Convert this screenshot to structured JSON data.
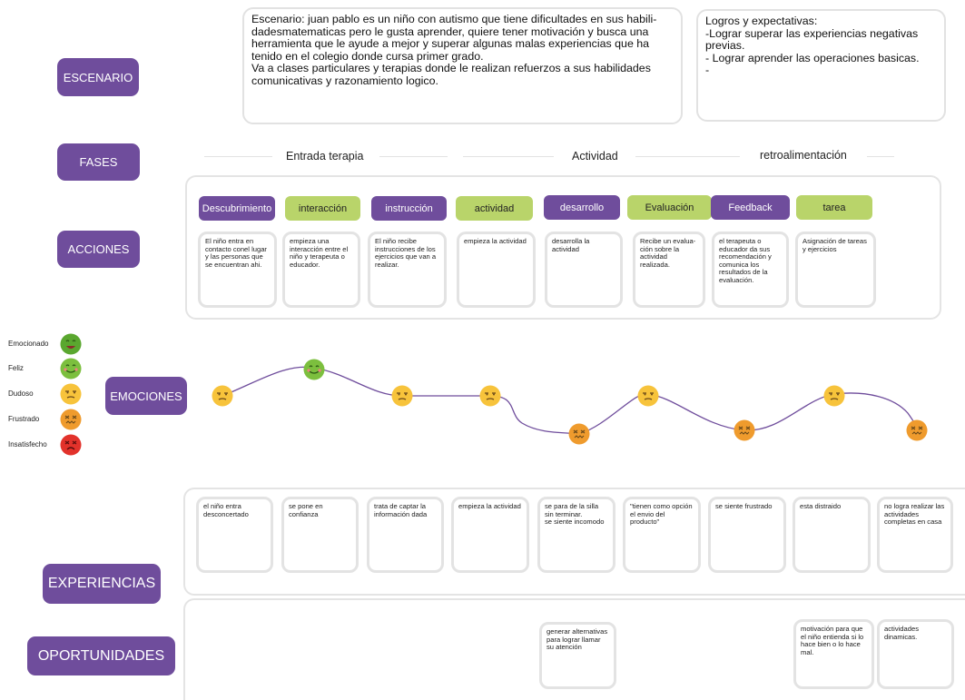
{
  "scenario": {
    "label": "ESCENARIO",
    "text": "Escenario: juan pablo es un niño con autismo que tiene dificultades en sus habili-\ndadesmatematicas pero le gusta aprender, quiere tener motivación y busca una herramienta que le ayude a mejor y superar algunas malas experiencias que ha tenido en el colegio donde cursa primer grado.\nVa a clases particulares y terapias donde le realizan refuerzos a sus habilidades comunicativas y razonamiento logico."
  },
  "goals": {
    "text": "Logros y expectativas:\n-Lograr superar las experiencias negativas previas.\n- Lograr aprender las operaciones basicas.\n-"
  },
  "phases": {
    "label": "FASES",
    "items": [
      "Entrada terapia",
      "Actividad",
      "retroalimentación"
    ]
  },
  "actions": {
    "label": "ACCIONES",
    "items": [
      {
        "title": "Descubrimiento",
        "text": "El niño entra en contacto conel lugar y las personas que se encuentran ahi."
      },
      {
        "title": "interacción",
        "text": "empieza una interacción entre el niño y terapeuta o educador."
      },
      {
        "title": "instrucción",
        "text": "El niño recibe instrucciones de los ejercicios que van a realizar."
      },
      {
        "title": "actividad",
        "text": "empieza la actividad"
      },
      {
        "title": "desarrollo",
        "text": "desarrolla la actividad"
      },
      {
        "title": "Evaluación",
        "text": "Recibe un evalua-ción sobre la actividad realizada."
      },
      {
        "title": "Feedback",
        "text": "el terapeuta o educador da sus recomendación y comunica los resultados de la evaluación."
      },
      {
        "title": "tarea",
        "text": "Asignación de tareas y ejercicios"
      }
    ]
  },
  "emotions": {
    "label": "EMOCIONES",
    "legend": [
      {
        "name": "Emocionado",
        "color": "#5aa72f"
      },
      {
        "name": "Feliz",
        "color": "#7cbf3e"
      },
      {
        "name": "Dudoso",
        "color": "#f7c33b"
      },
      {
        "name": "Frustrado",
        "color": "#ef9b2d"
      },
      {
        "name": "Insatisfecho",
        "color": "#e2322b"
      }
    ],
    "curve_color": "#6f4d9c",
    "sequence": [
      "Dudoso",
      "Feliz",
      "Dudoso",
      "Dudoso",
      "Frustrado",
      "Dudoso",
      "Frustrado",
      "Dudoso",
      "Frustrado"
    ]
  },
  "experiences": {
    "label": "EXPERIENCIAS",
    "items": [
      "el niño entra desconcertado",
      "se pone en confianza",
      "trata de captar la información dada",
      "empieza la actividad",
      "se para de la silla sin terminar.\nse siente incomodo",
      "\"tienen como opción el envio del producto\"",
      "se siente frustrado",
      "esta distraido",
      "no logra realizar las actividades completas en casa"
    ]
  },
  "opportunities": {
    "label": "OPORTUNIDADES",
    "items": [
      {
        "col": 4,
        "text": "generar alternativas para lograr llamar su atención"
      },
      {
        "col": 7,
        "text": "motivación para que el niño entienda si lo hace bien o lo hace mal."
      },
      {
        "col": 8,
        "text": "actividades dinamicas."
      }
    ]
  }
}
